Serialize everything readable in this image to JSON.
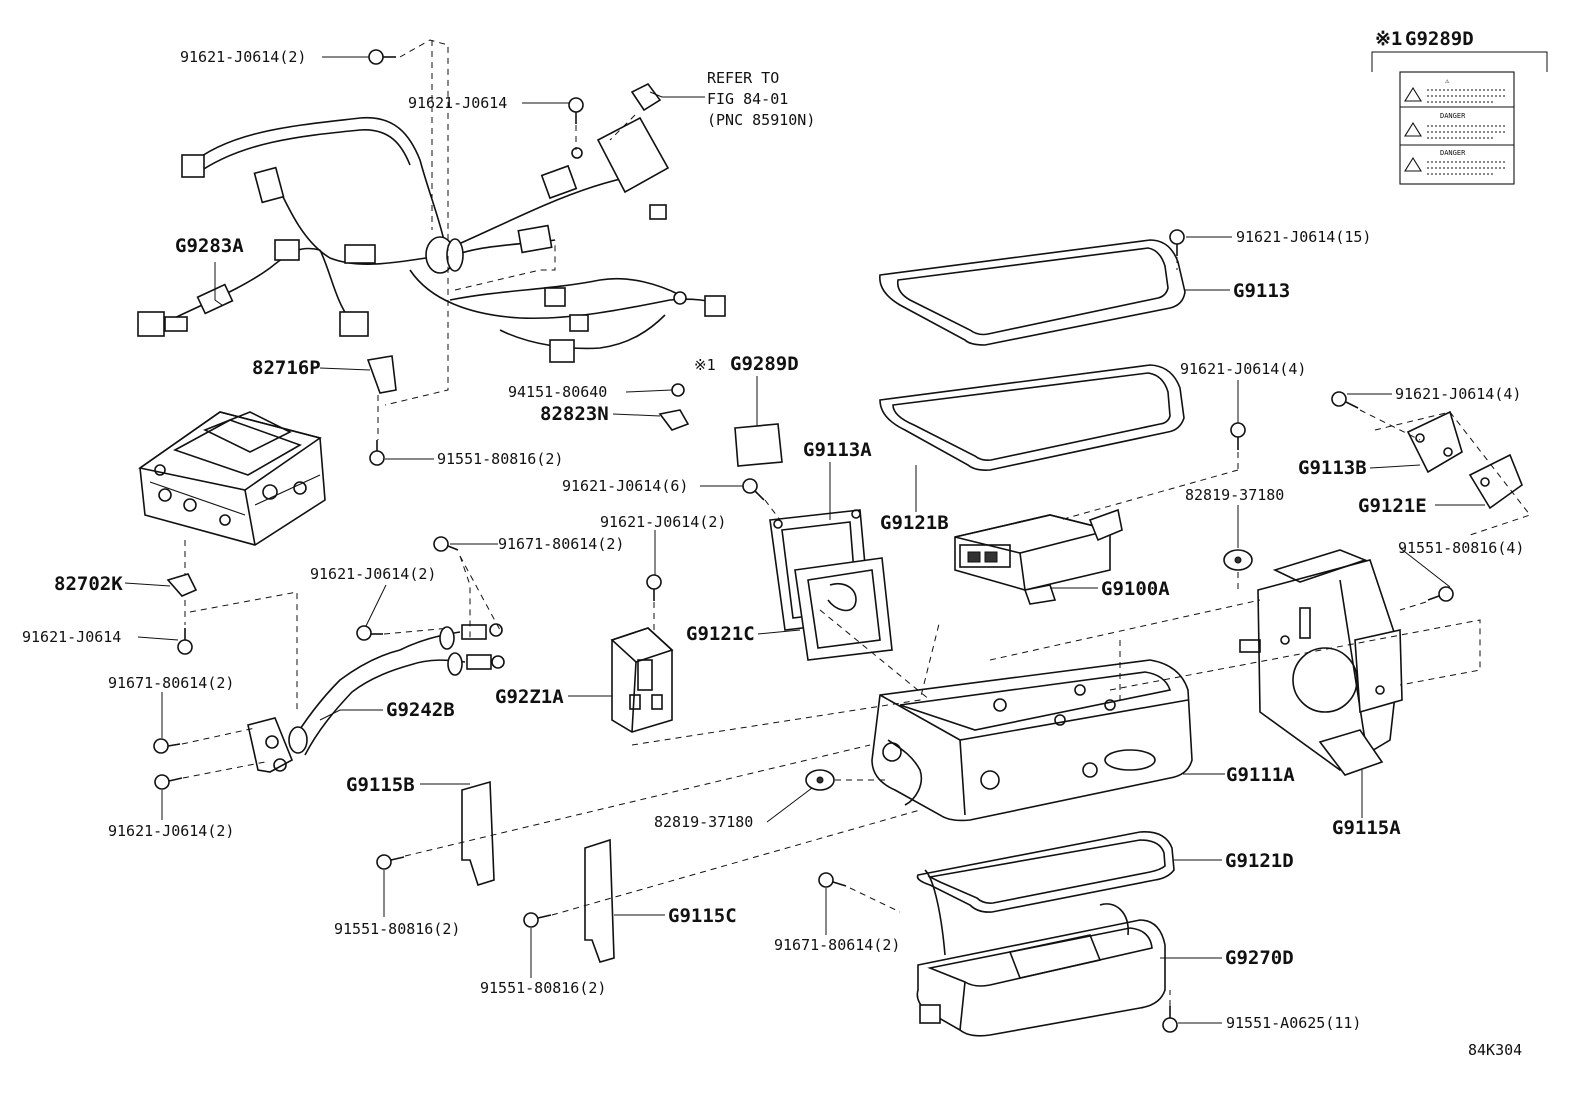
{
  "figure_code": "84K304",
  "refer_note": {
    "line1": "REFER TO",
    "line2": "FIG 84-01",
    "line3": "(PNC 85910N)"
  },
  "note_mark": "※1",
  "caution_label": {
    "code": "G9289D",
    "rows": [
      "⚠",
      "DANGER",
      "DANGER"
    ]
  },
  "callouts": [
    {
      "id": "c01",
      "text": "91621-J0614(2)"
    },
    {
      "id": "c02",
      "text": "91621-J0614"
    },
    {
      "id": "c03",
      "text": "G9283A"
    },
    {
      "id": "c04",
      "text": "82716P"
    },
    {
      "id": "c05",
      "text": "94151-80640"
    },
    {
      "id": "c06",
      "text": "82823N"
    },
    {
      "id": "c07",
      "text": "G9289D"
    },
    {
      "id": "c08",
      "text": "91551-80816(2)"
    },
    {
      "id": "c09",
      "text": "91621-J0614(15)"
    },
    {
      "id": "c10",
      "text": "G9113"
    },
    {
      "id": "c11",
      "text": "91621-J0614(4)"
    },
    {
      "id": "c12",
      "text": "91621-J0614(4)"
    },
    {
      "id": "c13",
      "text": "G9113B"
    },
    {
      "id": "c14",
      "text": "G9121E"
    },
    {
      "id": "c15",
      "text": "G9121B"
    },
    {
      "id": "c16",
      "text": "G9113A"
    },
    {
      "id": "c17",
      "text": "91621-J0614(6)"
    },
    {
      "id": "c18",
      "text": "82819-37180"
    },
    {
      "id": "c19",
      "text": "G9100A"
    },
    {
      "id": "c20",
      "text": "91551-80816(4)"
    },
    {
      "id": "c21",
      "text": "91621-J0614(2)"
    },
    {
      "id": "c22",
      "text": "91671-80614(2)"
    },
    {
      "id": "c23",
      "text": "82702K"
    },
    {
      "id": "c24",
      "text": "91621-J0614(2)"
    },
    {
      "id": "c25",
      "text": "91621-J0614"
    },
    {
      "id": "c26",
      "text": "G9121C"
    },
    {
      "id": "c27",
      "text": "91671-80614(2)"
    },
    {
      "id": "c28",
      "text": "G9242B"
    },
    {
      "id": "c29",
      "text": "G92Z1A"
    },
    {
      "id": "c30",
      "text": "91621-J0614(2)"
    },
    {
      "id": "c31",
      "text": "G9115B"
    },
    {
      "id": "c32",
      "text": "G9111A"
    },
    {
      "id": "c33",
      "text": "82819-37180"
    },
    {
      "id": "c34",
      "text": "G9115A"
    },
    {
      "id": "c35",
      "text": "G9121D"
    },
    {
      "id": "c36",
      "text": "G9115C"
    },
    {
      "id": "c37",
      "text": "91551-80816(2)"
    },
    {
      "id": "c38",
      "text": "91671-80614(2)"
    },
    {
      "id": "c39",
      "text": "G9270D"
    },
    {
      "id": "c40",
      "text": "91551-80816(2)"
    },
    {
      "id": "c41",
      "text": "91551-A0625(11)"
    }
  ]
}
